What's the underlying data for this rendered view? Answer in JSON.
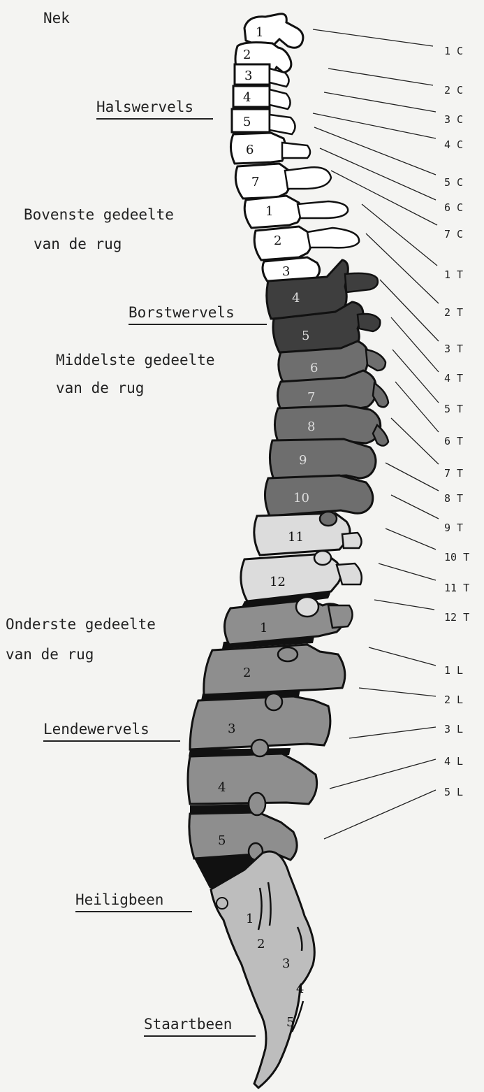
{
  "labels": {
    "nek": "Nek",
    "halswervels": "Halswervels",
    "bovenste_1": "Bovenste gedeelte",
    "bovenste_2": "van de rug",
    "borstwervels": "Borstwervels",
    "middelste_1": "Middelste gedeelte",
    "middelste_2": "van de rug",
    "onderste_1": "Onderste gedeelte",
    "onderste_2": "van de rug",
    "lendewervels": "Lendewervels",
    "heiligbeen": "Heiligbeen",
    "staartbeen": "Staartbeen"
  },
  "cervical": [
    "1",
    "2",
    "3",
    "4",
    "5",
    "6",
    "7"
  ],
  "thoracic": [
    "1",
    "2",
    "3",
    "4",
    "5",
    "6",
    "7",
    "8",
    "9",
    "10",
    "11",
    "12"
  ],
  "lumbar": [
    "1",
    "2",
    "3",
    "4",
    "5"
  ],
  "sacral": [
    "1",
    "2",
    "3",
    "4",
    "5"
  ],
  "side_labels": [
    "1 C",
    "2 C",
    "3 C",
    "4 C",
    "5 C",
    "6 C",
    "7 C",
    "1 T",
    "2 T",
    "3 T",
    "4 T",
    "5 T",
    "6 T",
    "7 T",
    "8 T",
    "9 T",
    "10 T",
    "11 T",
    "12 T",
    "1 L",
    "2 L",
    "3 L",
    "4 L",
    "5 L"
  ],
  "colors": {
    "cervical": "#ffffff",
    "upper_thoracic": "#ffffff",
    "mid_thoracic_dark": "#3e3e3e",
    "mid_thoracic": "#6e6e6e",
    "lower_thoracic": "#dcdcdc",
    "lumbar": "#8e8e8e",
    "sacrum": "#bdbdbd",
    "disc": "#111111"
  }
}
